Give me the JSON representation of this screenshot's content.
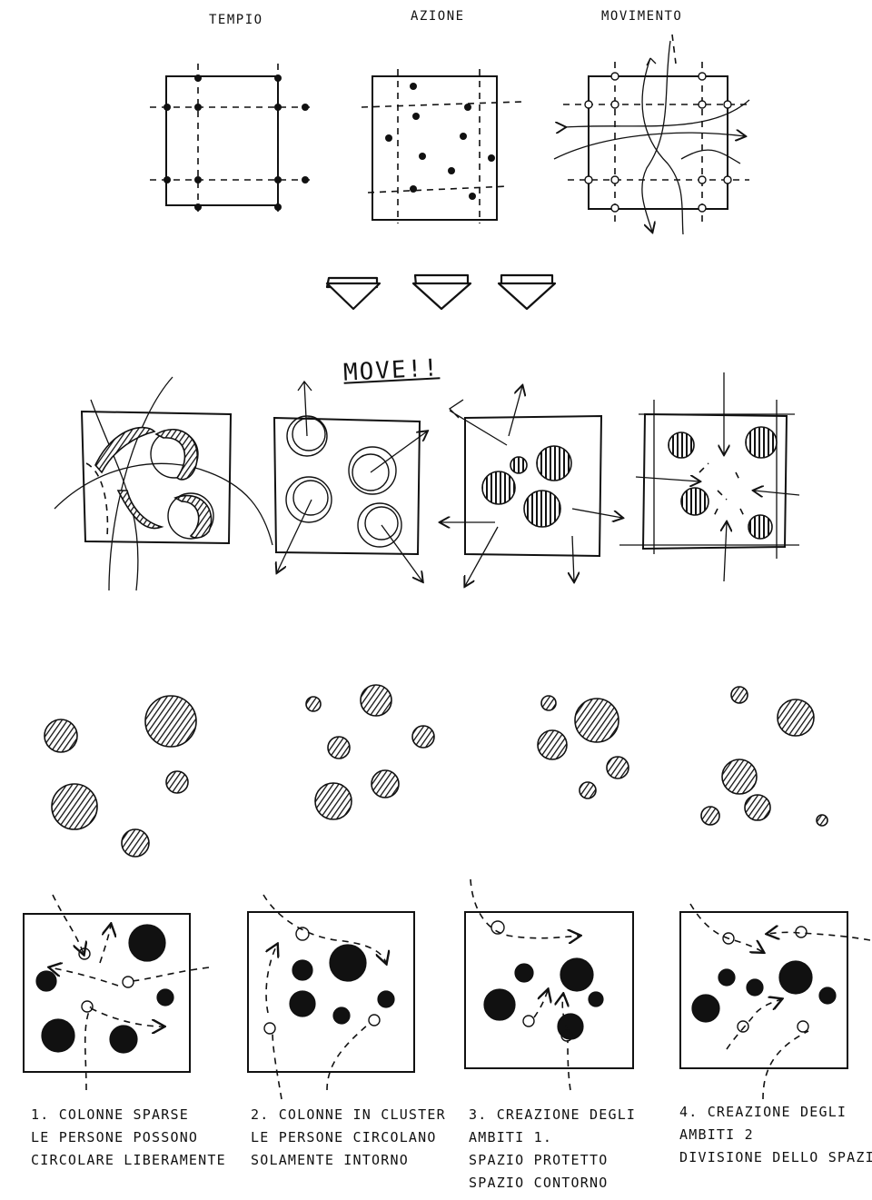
{
  "header": {
    "labels": [
      "TEMPIO",
      "AZIONE",
      "MOVIMENTO"
    ]
  },
  "exclamation": "MOVE!!",
  "captions": [
    {
      "lines": [
        "1. COLONNE SPARSE",
        "LE PERSONE POSSONO",
        "CIRCOLARE LIBERAMENTE"
      ]
    },
    {
      "lines": [
        "2. COLONNE IN CLUSTER",
        "LE PERSONE CIRCOLANO",
        "SOLAMENTE INTORNO"
      ]
    },
    {
      "lines": [
        "3. CREAZIONE DEGLI",
        "AMBITI 1.",
        "SPAZIO PROTETTO",
        "SPAZIO CONTORNO"
      ]
    },
    {
      "lines": [
        "4. CREAZIONE DEGLI",
        "AMBITI 2",
        "DIVISIONE DELLO SPAZIO"
      ]
    }
  ]
}
